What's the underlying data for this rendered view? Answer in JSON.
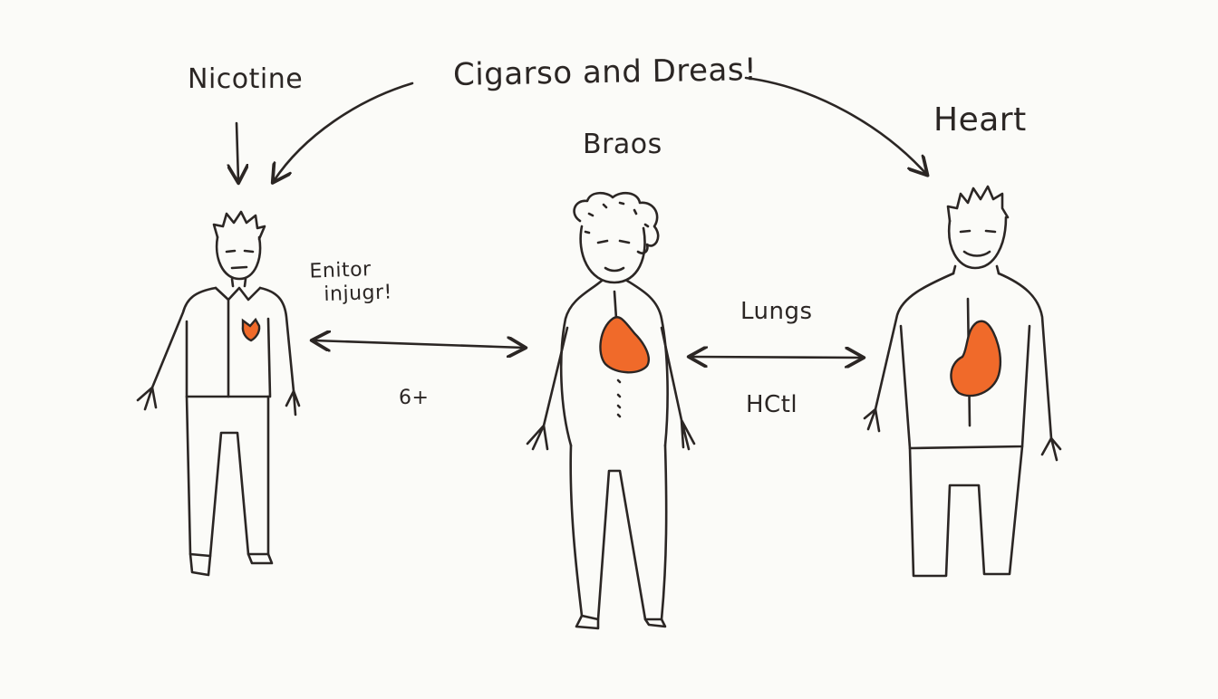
{
  "labels": {
    "title": "Cigarso and Dreas!",
    "nicotine": "Nicotine",
    "brain": "Braos",
    "heart": "Heart",
    "injury": "Enitor\n  injugr!",
    "code_left": "6+",
    "lungs": "Lungs",
    "code_right": "HCtl"
  },
  "colors": {
    "ink": "#2b2624",
    "organ": "#f06a2a",
    "background": "#fbfbf8"
  }
}
